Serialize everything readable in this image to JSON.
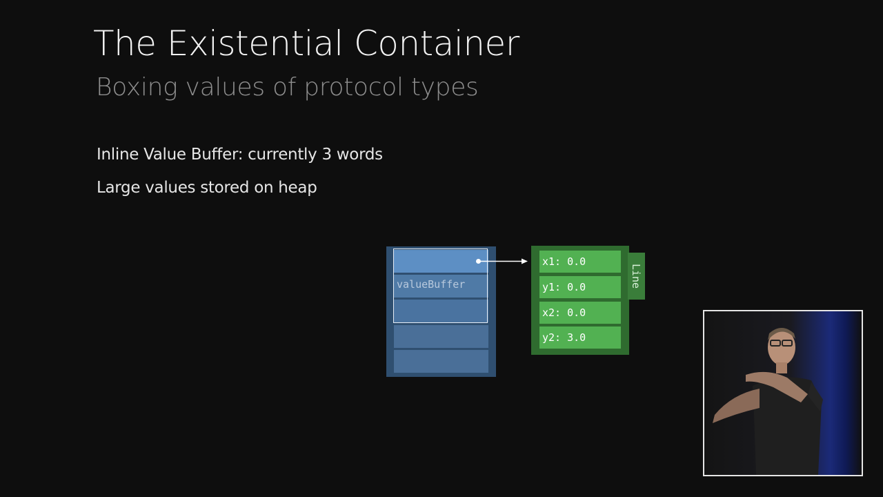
{
  "slide": {
    "title": "The Existential Container",
    "subtitle": "Boxing values of protocol types",
    "bullets": [
      "Inline Value Buffer: currently 3 words",
      "Large values stored on heap"
    ]
  },
  "diagram": {
    "container": {
      "buffer_label": "valueBuffer",
      "slot_count": 5,
      "buffer_slot_count": 3
    },
    "heap_object": {
      "type_label": "Line",
      "fields": [
        "x1: 0.0",
        "y1: 0.0",
        "x2: 0.0",
        "y2: 3.0"
      ]
    }
  },
  "colors": {
    "background": "#0e0e0e",
    "container_blue": "#4f7aa6",
    "heap_green": "#52b152"
  }
}
